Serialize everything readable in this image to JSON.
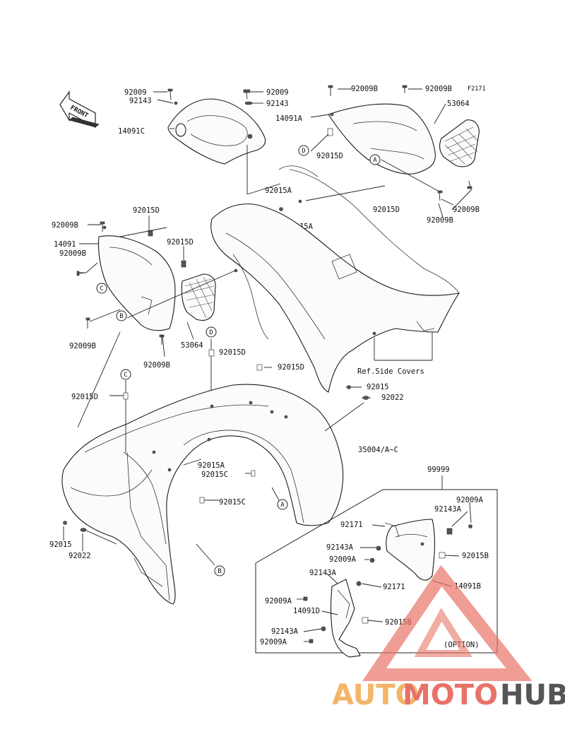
{
  "diagram_code": "F2171",
  "front_label": "FRONT",
  "part_labels": {
    "top_left_92009": "92009",
    "top_left_92143": "92143",
    "top_mid_92009": "92009",
    "top_mid_92143": "92143",
    "p14091C": "14091C",
    "p92009B_a": "92009B",
    "p92009B_b": "92009B",
    "p14091A": "14091A",
    "p53064_top": "53064",
    "p92015D_a": "92015D",
    "p92015A_a": "92015A",
    "p92015D_b": "92015D",
    "p92009B_c": "92009B",
    "p92009B_d": "92009B",
    "p92015A_b": "92015A",
    "p92009B_left": "92009B",
    "p92015D_left": "92015D",
    "p14091": "14091",
    "p92009B_left2": "92009B",
    "p92015D_left2": "92015D",
    "p92009B_left3": "92009B",
    "p53064_left": "53064",
    "p92009B_left4": "92009B",
    "p92015D_mid": "92015D",
    "p92015D_mid2": "92015D",
    "ref_side_covers": "Ref.Side Covers",
    "p92015_a": "92015",
    "p92022_a": "92022",
    "p92015D_left5": "92015D",
    "p35004": "35004/A~C",
    "p92015A_c": "92015A",
    "p92015C_a": "92015C",
    "p92015C_b": "92015C",
    "p92015_b": "92015",
    "p92022_b": "92022",
    "p99999": "99999",
    "opt_92009A_a": "92009A",
    "opt_92143A_a": "92143A",
    "opt_92171_a": "92171",
    "opt_92143A_b": "92143A",
    "opt_92015B_a": "92015B",
    "opt_92009A_b": "92009A",
    "opt_92143A_c": "92143A",
    "opt_92171_b": "92171",
    "opt_14091B": "14091B",
    "opt_92009A_c": "92009A",
    "opt_14091D": "14091D",
    "opt_92015B_b": "92015B",
    "opt_92143A_d": "92143A",
    "opt_92009A_d": "92009A",
    "option": "(OPTION)"
  },
  "reference_markers": {
    "A1": "A",
    "A2": "A",
    "B1": "B",
    "B2": "B",
    "C1": "C",
    "C2": "C",
    "D1": "D",
    "D2": "D"
  },
  "watermark": {
    "part1": "AUTO",
    "part2": "MOTO",
    "part3": "HUB",
    "colors": {
      "auto": "#f3b56a",
      "moto": "#e8726a",
      "hub": "#555555"
    }
  }
}
